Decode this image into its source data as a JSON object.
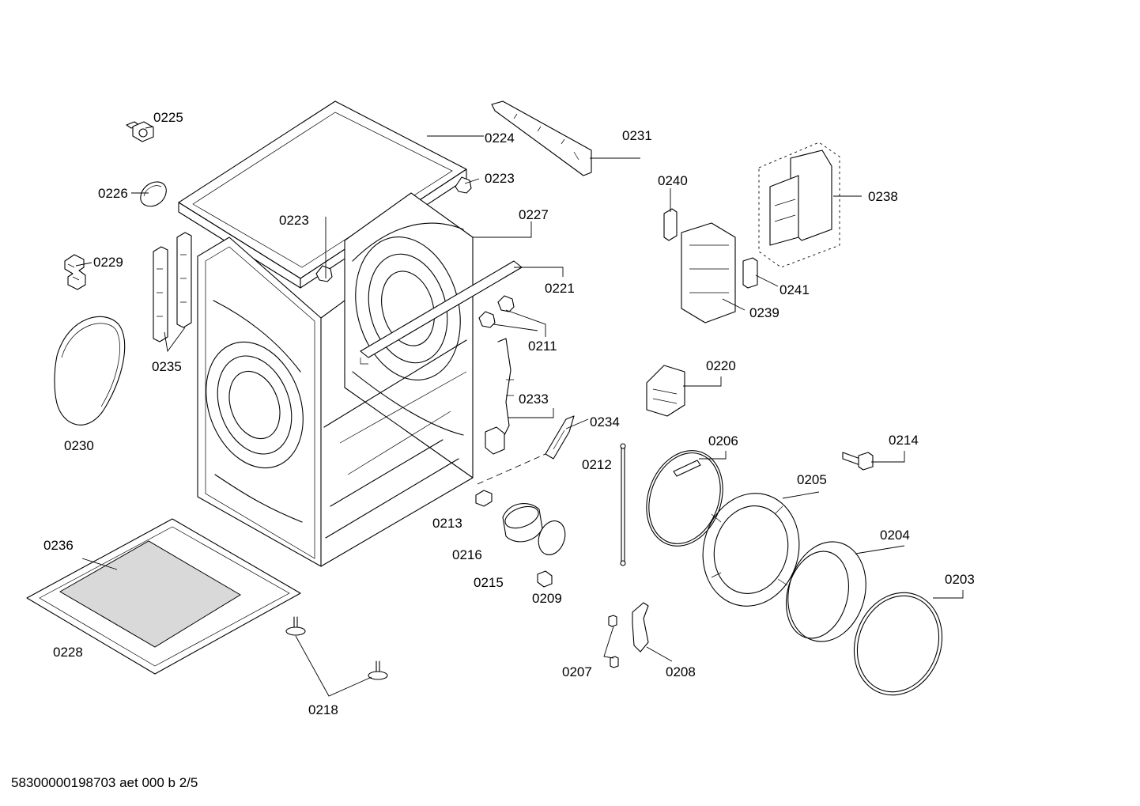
{
  "footer": {
    "document_id": "58300000198703 aet 000 b 2/5"
  },
  "callouts": {
    "c0203": "0203",
    "c0204": "0204",
    "c0205": "0205",
    "c0206": "0206",
    "c0207": "0207",
    "c0208": "0208",
    "c0209": "0209",
    "c0211": "0211",
    "c0212": "0212",
    "c0213": "0213",
    "c0214": "0214",
    "c0215": "0215",
    "c0216": "0216",
    "c0218": "0218",
    "c0220": "0220",
    "c0221": "0221",
    "c0223a": "0223",
    "c0223b": "0223",
    "c0224": "0224",
    "c0225": "0225",
    "c0226": "0226",
    "c0227": "0227",
    "c0228": "0228",
    "c0229": "0229",
    "c0230": "0230",
    "c0231": "0231",
    "c0233": "0233",
    "c0234": "0234",
    "c0235": "0235",
    "c0236": "0236",
    "c0238": "0238",
    "c0239": "0239",
    "c0240": "0240",
    "c0241": "0241"
  }
}
